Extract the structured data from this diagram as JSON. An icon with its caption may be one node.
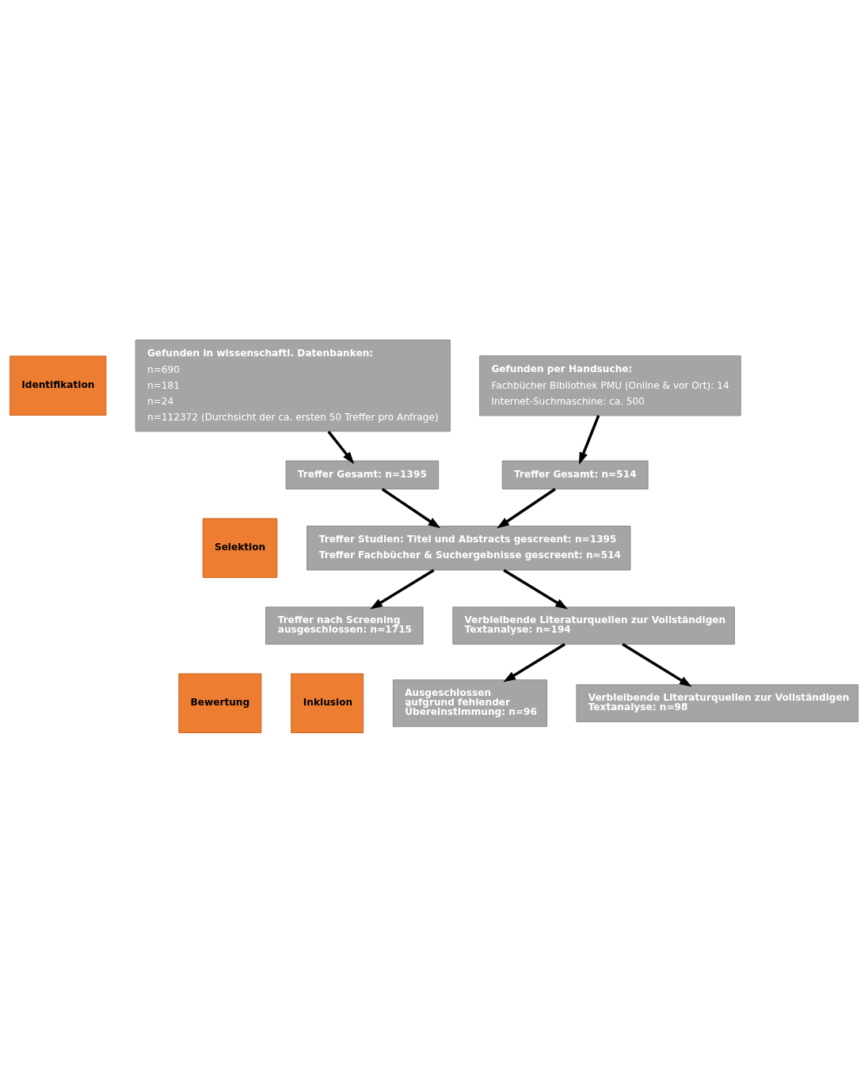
{
  "diagram": {
    "nodes": [
      {
        "text": [
          "Identifikation"
        ]
      },
      {
        "text": [
          "Selektion"
        ]
      },
      {
        "text": [
          "Bewertung"
        ]
      },
      {
        "text": [
          "Inklusion"
        ]
      },
      {
        "text": [
          "Gefunden in wissenschaftl. Datenbanken:",
          "n=690",
          "n=181",
          "n=24",
          "n=112372 (Durchsicht der ca. ersten 50 Treffer pro Anfrage)"
        ]
      },
      {
        "text": [
          "Gefunden per Handsuche:",
          "Fachbücher Bibliothek PMU (Online & vor Ort): 14",
          "Internet-Suchmaschine: ca. 500"
        ]
      },
      {
        "text": [
          "Treffer Gesamt: n=1395"
        ]
      },
      {
        "text": [
          "Treffer Gesamt: n≈514"
        ]
      },
      {
        "text": [
          "Treffer Studien: Titel und Abstracts gescreent: n=1395",
          "Treffer Fachbücher & Suchergebnisse gescreent: n≈514"
        ]
      },
      {
        "text": [
          "Treffer nach Screening ausgeschlossen: n≈1715"
        ]
      },
      {
        "text": [
          "Verbleibende Literaturquellen zur Vollständigen Textanalyse: n≈194"
        ]
      },
      {
        "text": [
          "Ausgeschlossen aufgrund fehlender Übereinstimmung: n=96"
        ]
      },
      {
        "text": [
          "Verbleibende Literaturquellen zur Vollständigen Textanalyse: n=98"
        ]
      }
    ],
    "edges": [
      {
        "from": 4,
        "to": 6,
        "arrow": "to"
      },
      {
        "from": 5,
        "to": 7,
        "arrow": "to"
      },
      {
        "from": 6,
        "to": 8,
        "arrow": "to"
      },
      {
        "from": 7,
        "to": 8,
        "arrow": "to"
      },
      {
        "from": 8,
        "to": 10,
        "arrow": "to"
      },
      {
        "from": 8,
        "to": 9,
        "arrow": "to"
      },
      {
        "from": 10,
        "to": 12,
        "arrow": "to"
      },
      {
        "from": 10,
        "to": 11,
        "arrow": "to"
      }
    ]
  }
}
